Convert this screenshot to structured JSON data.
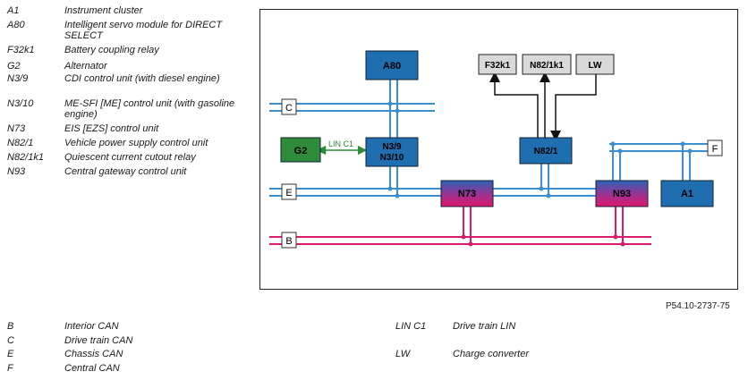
{
  "top_legend": [
    {
      "code": "A1",
      "desc": "Instrument cluster"
    },
    {
      "code": "A80",
      "desc": "Intelligent servo module for DIRECT SELECT"
    },
    {
      "code": "F32k1",
      "desc": "Battery coupling relay"
    },
    {
      "code": "G2",
      "desc": "Alternator"
    },
    {
      "code": "N3/9",
      "desc": "CDI control unit (with diesel engine)"
    },
    {
      "code": "N3/10",
      "desc": "ME-SFI [ME] control unit (with gasoline engine)"
    },
    {
      "code": "N73",
      "desc": "EIS [EZS] control unit"
    },
    {
      "code": "N82/1",
      "desc": "Vehicle power supply control unit"
    },
    {
      "code": "N82/1k1",
      "desc": "Quiescent current cutout relay"
    },
    {
      "code": "N93",
      "desc": "Central gateway control unit"
    }
  ],
  "bottom_legend_left": [
    {
      "code": "B",
      "desc": "Interior CAN"
    },
    {
      "code": "C",
      "desc": "Drive train CAN"
    },
    {
      "code": "E",
      "desc": "Chassis CAN"
    },
    {
      "code": "F",
      "desc": "Central CAN"
    }
  ],
  "bottom_legend_right": [
    {
      "code": "LIN C1",
      "desc": "Drive train LIN"
    },
    {
      "code": "LW",
      "desc": "Charge converter"
    }
  ],
  "figure_ref": "P54.10-2737-75",
  "diagram": {
    "bus_labels": {
      "c": "C",
      "e": "E",
      "b": "B",
      "f": "F"
    },
    "units": {
      "a80": "A80",
      "n39": "N3/9",
      "n310": "N3/10",
      "g2": "G2",
      "n821": "N82/1",
      "n73": "N73",
      "n93": "N93",
      "a1": "A1",
      "f32k1": "F32k1",
      "n821k1": "N82/1k1",
      "lw": "LW"
    },
    "lin_label": "LIN C1",
    "colors": {
      "blue_unit": "#1f6fb0",
      "green_unit": "#2e8b3a",
      "gray_unit": "#d9d9d9",
      "can_line": "#3a8fd0",
      "interior_can": "#d81b6a",
      "gradient_top": "#2a63b8",
      "gradient_bottom": "#e0186f"
    }
  }
}
